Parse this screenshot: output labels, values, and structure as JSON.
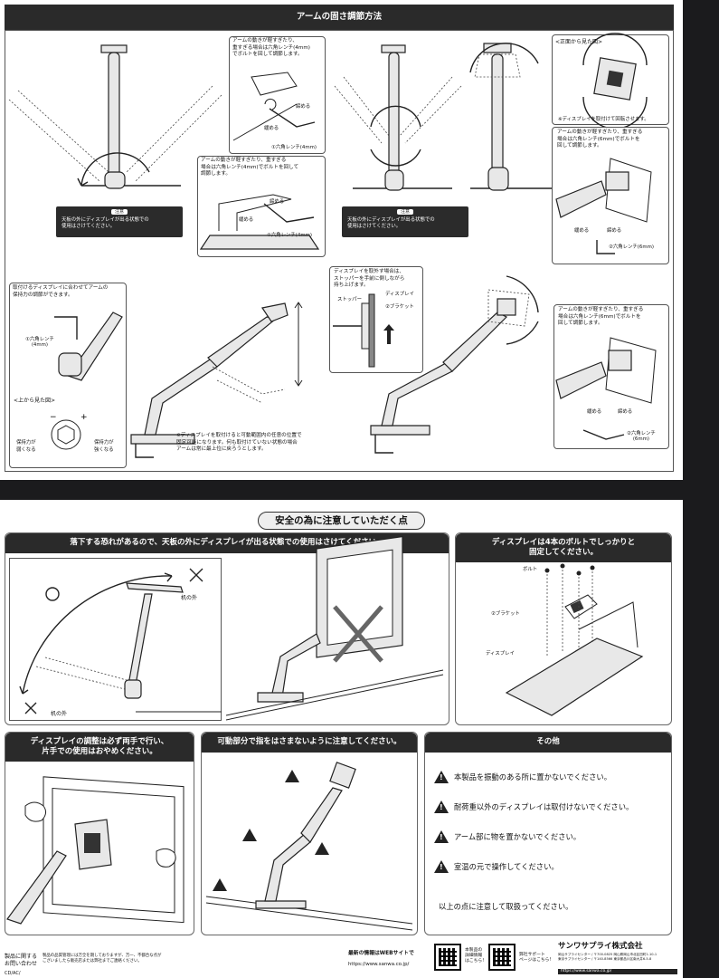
{
  "sheet1": {
    "header": "アームの固さ調節方法",
    "callouts": {
      "c1": "アームの動きが軽すぎたり、\n重すぎる場合は六角レンチ(4mm)\nでボルトを回して調節します。",
      "c1_tighten": "締める",
      "c1_loosen": "緩める",
      "c1_wrench": "①六角レンチ(4mm)",
      "c2": "アームの動きが軽すぎたり、重すぎる\n場合は六角レンチ(4mm)でボルトを回して\n調節します。",
      "c2_tighten": "締める",
      "c2_loosen": "緩める",
      "c2_wrench": "①六角レンチ(4mm)",
      "front_view": "<正面から見た図>",
      "front_view_note": "※ディスプレイを取付けて回転させます。",
      "c3": "アームの動きが軽すぎたり、重すぎる\n場合は六角レンチ(6mm)でボルトを\n回して調節します。",
      "c3_tighten": "締める",
      "c3_loosen": "緩める",
      "c3_wrench": "②六角レンチ(6mm)",
      "c4": "取付けるディスプレイに合わせてアームの\n保持力の調節ができます。",
      "c4_wrench": "①六角レンチ\n(4mm)",
      "top_view": "<上から見た図>",
      "weak": "保持力が\n弱くなる",
      "strong": "保持力が\n強くなる",
      "c5": "ディスプレイを取外す場合は、\nストッパーを手前に倒しながら\n持ち上げます。",
      "stopper": "ストッパー",
      "display": "ディスプレイ",
      "bracket": "②ブラケット",
      "c6": "アームの動きが軽すぎたり、重すぎる\n場合は六角レンチ(6mm)でボルトを\n回して調節します。",
      "c6_tighten": "締める",
      "c6_loosen": "緩める",
      "c6_wrench": "②六角レンチ\n(6mm)",
      "bottom_note": "※ディスプレイを取付けると可動範囲内の任意の位置で\n固定可能になります。何も取付けていない状態の場合\nアームは常に最上位に戻ろうとします。"
    },
    "warning_tag": "注意",
    "warning_text": "天板の外にディスプレイが出る状態での\n使用はさけてください。"
  },
  "sheet2": {
    "title": "安全の為に注意していただく点",
    "panel1": {
      "title": "落下する恐れがあるので、天板の外にディスプレイが出る状態での使用はさけてください。",
      "desk_outside_1": "机の外",
      "desk_outside_2": "机の外"
    },
    "panel2": {
      "title": "ディスプレイは4本のボルトでしっかりと\n固定してください。",
      "bolt": "ボルト",
      "bracket": "②ブラケット",
      "display": "ディスプレイ"
    },
    "panel3": {
      "title": "ディスプレイの調整は必ず両手で行い、\n片手での使用はおやめください。"
    },
    "panel4": {
      "title": "可動部分で指をはさまないように注意してください。"
    },
    "panel5": {
      "title": "その他",
      "items": [
        "本製品を振動のある所に置かないでください。",
        "耐荷重以外のディスプレイは取付けないでください。",
        "アーム部に物を置かないでください。",
        "室温の元で操作してください。"
      ],
      "closing": "以上の点に注意して取扱ってください。"
    },
    "footer": {
      "left_heading": "製品に関する\nお問い合わせ",
      "left_small": "CD/AC/",
      "left_fine": "製品の品質管理には万全を期しておりますが、万一、不都合な点が\nございましたら販売店または弊社までご連絡ください。",
      "web_title": "最新の情報はWEBサイトで",
      "web_url": "https://www.sanwa.co.jp/",
      "qr1_label": "本製品の\n詳細情報\nはこちら!",
      "qr2_label": "弊社サポート\nページはこちら!",
      "company": "サンワサプライ株式会社",
      "company_fine": "岡山サプライセンター / 〒700-0825 岡山県岡山市北区田町1-10-1\n東京サプライセンター / 〒140-8566 東京都品川区南大井6-5-8",
      "company_url": "https://www.sanwa.co.jp/"
    }
  }
}
